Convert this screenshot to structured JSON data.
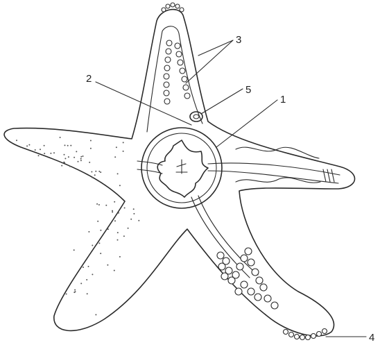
{
  "labels": {
    "l1": "1",
    "l2": "2",
    "l3": "3",
    "l4": "4",
    "l5": "5"
  },
  "colors": {
    "ink": "#2a2a2a",
    "background": "#ffffff"
  }
}
